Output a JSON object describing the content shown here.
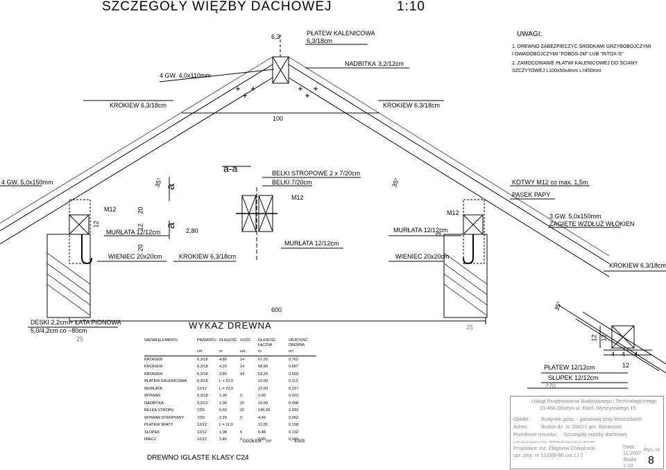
{
  "title": "SZCZEGÓŁY WIĘŹBY DACHOWEJ",
  "scale": "1:10",
  "notes": {
    "header": "UWAGI:",
    "lines": [
      "1. DREWNO ZABEZPIECZYĆ ŚRODKAMI GRZYBOBÓJCZYMI",
      "I OWADOBÓJCZYMI \"FOBOS-2M\" LUB \"INTOX-S\"",
      "2. ZAMOCOWANIE PŁATWI KALENICOWEJ DO ŚCIANY",
      "SZCZYTOWEJ L100x50x4mm L=450mm"
    ]
  },
  "labels": {
    "dim_63_top": "6,3",
    "platew_kal": "PŁATEW KALENICOWA",
    "platew_kal_size": "6,3/18cm",
    "nadbitka": "NADBITKA",
    "nadbitka_size": "3,2/12cm",
    "gw4": "4 GW. 4,0x110mm",
    "krokiew_left": "KROKIEW  6,3/18cm",
    "krokiew_right": "KROKIEW  6,3/18cm",
    "dim_100": "100",
    "gw5_left": "4 GW. 5,0x150mm",
    "angle_35_left": "35°",
    "a_left": "a",
    "section_aa": "a-a",
    "belki_stropowe": "BELKI STROPOWE  2 x 7/20cm",
    "belki": "BELKI  7/20cm",
    "m12_center": "M12",
    "angle_35_mid": "35°",
    "kotwy": "KOTWY M12 co max. 1,5m",
    "pasek": "PASEK PAPY",
    "m12_left": "M12",
    "murlata_left": "MURŁATA 12/12cm",
    "a_mid": "a",
    "dim_280": "2,80",
    "dim_20a": "20",
    "dim_12a": "12",
    "dim_20b": "20",
    "dim_12b": "12",
    "dim_3": "3",
    "m12_right": "M12",
    "murlata_right": "MURŁATA 12/12cm",
    "gw3": "3 GW. 5,0x150mm",
    "gw3b": "ZAGIĘTE WZDŁUŻ WŁÓKIEN",
    "murlata_center": "MURŁATA 12/12cm",
    "wieniec_left": "WIENIEC 20x20cm",
    "krokiew_center": "KROKIEW  6,3/18cm",
    "wieniec_right": "WIENIEC 20x20cm",
    "krokiew_far_right": "KROKIEW  6,3/18cm",
    "dim_600": "600",
    "angle_35_right": "35°",
    "deski": "DESKI 2,2cm + ŁATA PIONOWA",
    "deski2": "5,0/4,2cm  co ~80cm",
    "dim_25_left": "25",
    "dim_25_right": "25",
    "dim_4a": "4",
    "dim_4b": "4",
    "dim_4c": "4",
    "dim_12c": "12",
    "dim_12d": "12",
    "dim_12e": "12",
    "platew12": "PŁATEW 12/12cm",
    "slupek": "SŁUPEK  12/12cm",
    "dim_270": "270"
  },
  "table": {
    "title": "WYKAZ  DREWNA",
    "headers": [
      "NAZWA ELEMENTU",
      "PRZEKRÓJ",
      "DŁUGOŚĆ",
      "ILOŚĆ",
      "DŁUGOŚĆ ŁĄCZNA",
      "OBJĘTOŚĆ DREWNA"
    ],
    "units": [
      "",
      "cm",
      "m",
      "szt.",
      "m",
      "m³"
    ],
    "rows": [
      [
        "KROKIEW",
        "6,3/18",
        "4,80",
        "14",
        "67,20",
        "0,762"
      ],
      [
        "KROKIEW",
        "6,3/18",
        "4,20",
        "14",
        "58,80",
        "0,667"
      ],
      [
        "KROKIEW",
        "6,3/18",
        "3,80",
        "14",
        "53,20",
        "0,603"
      ],
      [
        "PŁATEW KALENICOWA",
        "6,3/18",
        "L = 10,0",
        "",
        "10,00",
        "0,113"
      ],
      [
        "MURŁATA",
        "12/12",
        "L = 22,0",
        "",
        "22,00",
        "0,317"
      ],
      [
        "WYMIAN",
        "6,3/18",
        "1,00",
        "2",
        "2,00",
        "0,023"
      ],
      [
        "NADBITKA",
        "3,2/12",
        "1,00",
        "15",
        "15,00",
        "0,058"
      ],
      [
        "BELKA STROPU",
        "7/20",
        "6,60",
        "22",
        "145,20",
        "2,033"
      ],
      [
        "WYMIAN STROPOWY",
        "7/20",
        "2,20",
        "2",
        "4,40",
        "0,062"
      ],
      [
        "PŁATEW WIATY",
        "12/12",
        "L = 11,0",
        "",
        "11,00",
        "0,158"
      ],
      [
        "SŁUPEK",
        "12/12",
        "1,08",
        "6",
        "6,48",
        "0,132"
      ],
      [
        "MIECZ",
        "12/12",
        "1,40",
        "2",
        "2,80",
        "0,040"
      ]
    ],
    "total_label": "OGÓŁEM",
    "total_unit": "m³",
    "total_value": "4,929",
    "material": "DREWNO IGLASTE KLASY C24"
  },
  "title_block": {
    "company1": "Usługi Projektowania Budowlanego i Technologicznego",
    "company2": "10-456 Olsztyn  ul. Kard. Wyszyńskiego  15",
    "obiekt_label": "Obiekt:",
    "obiekt": "Budynek gosp. - garażowy przy leśniczówce",
    "adres_label": "Adres:",
    "adres": "Budne  dz. nr 2042/1  gm. Baranowo",
    "przedmiot_label": "Przedmiot rysunku:",
    "przedmiot": "Szczegóły więźby dachowej",
    "license": "Licencja programu CAD...INTERsoft AutoCAD 14 JRS7567",
    "projektant": "Projektant: inż. Zbigniew Chwalnicki",
    "upr": "upr. proj. nr 122/69-86 ust.1 i 2",
    "data_label": "Data:",
    "data": "11.2007",
    "skala_label": "Skala:",
    "skala": "1:10",
    "rys_label": "Rys. nr",
    "rys": "8"
  }
}
